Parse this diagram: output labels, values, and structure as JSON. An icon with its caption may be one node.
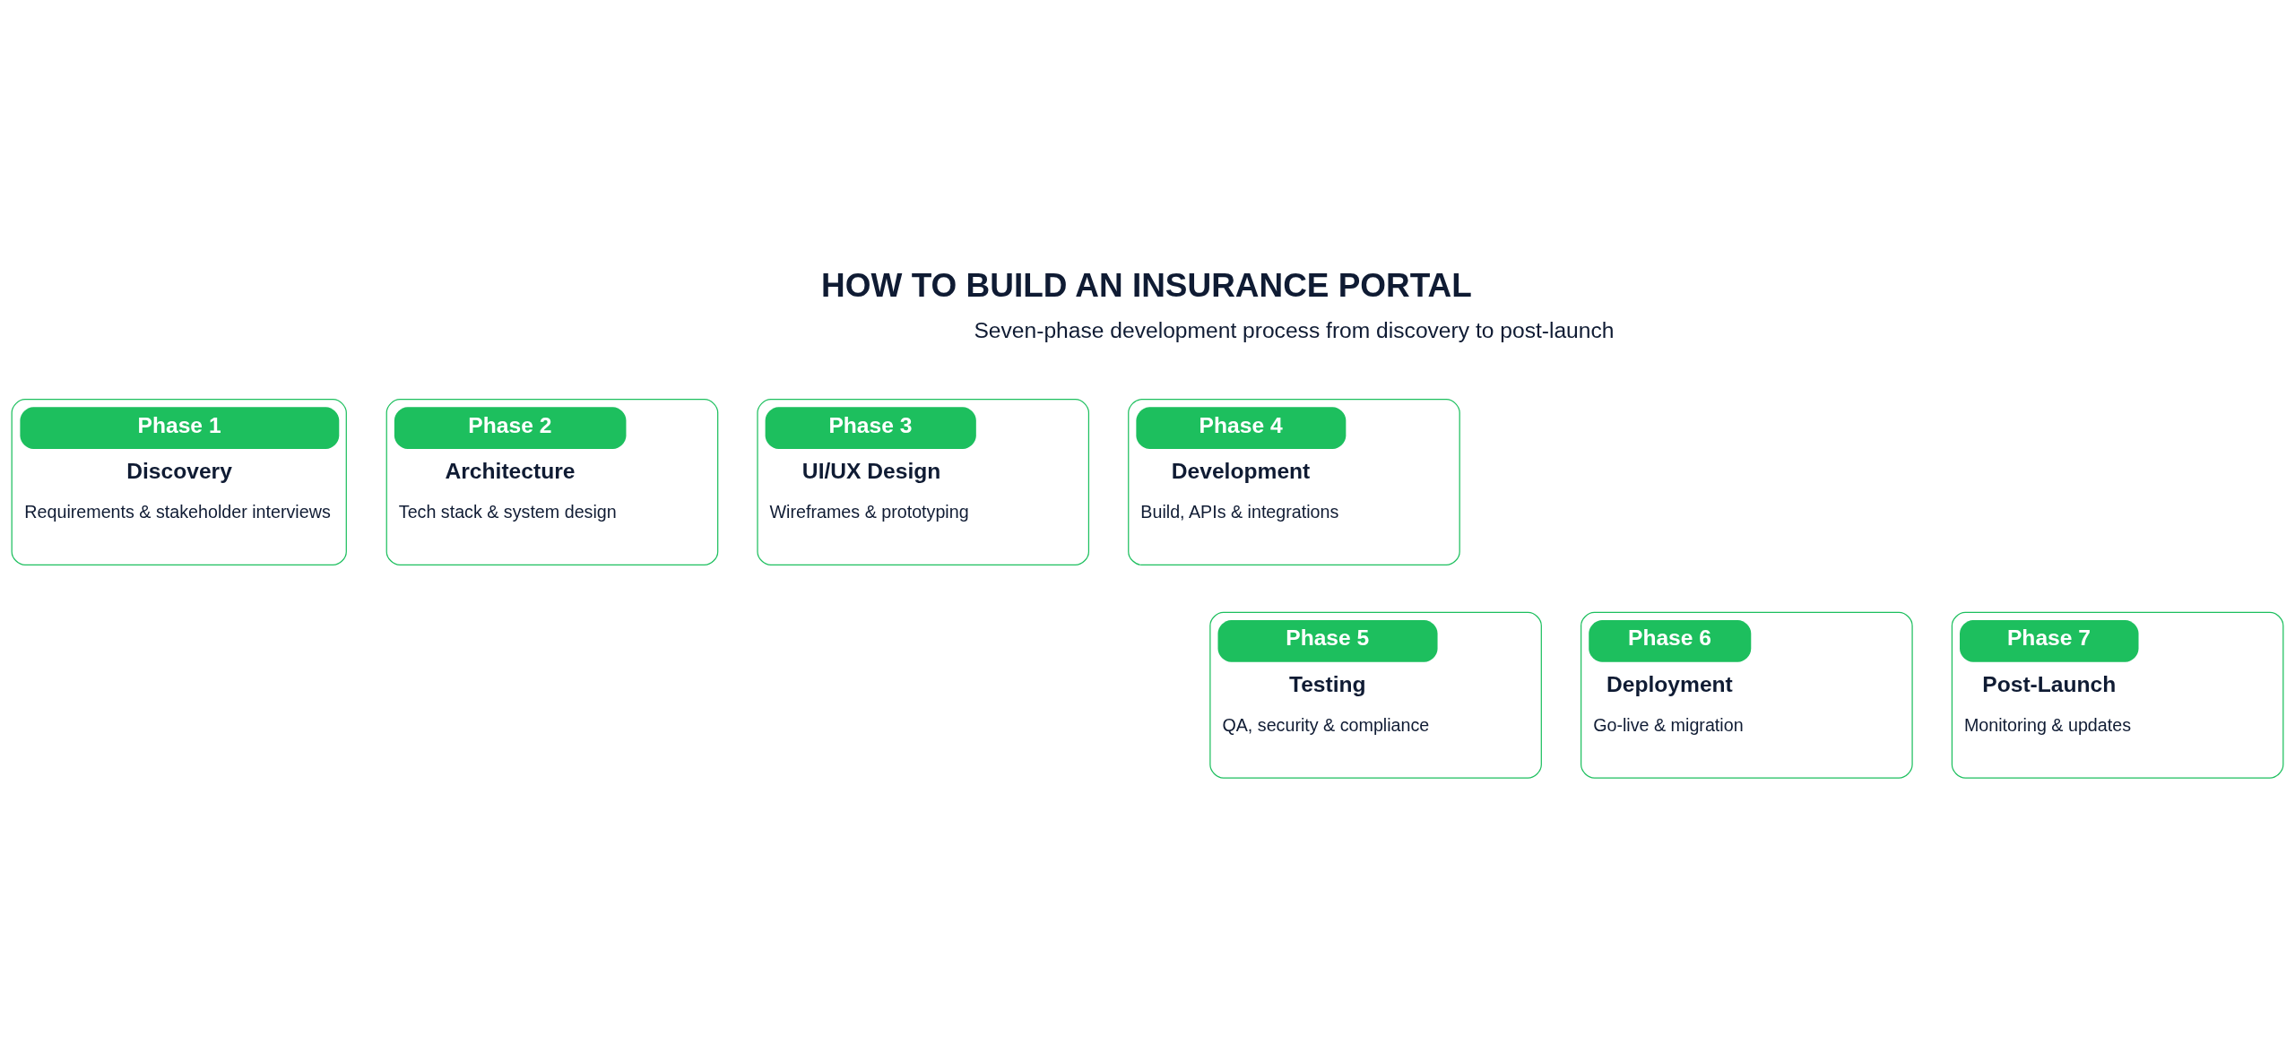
{
  "diagram": {
    "title": "HOW TO BUILD AN INSURANCE PORTAL",
    "nodes": [
      {
        "text": [
          "Phase 1",
          "Discovery",
          "Requirements & stakeholder interviews"
        ]
      },
      {
        "text": [
          "Phase 2",
          "Architecture",
          "Tech stack & system design"
        ]
      },
      {
        "text": [
          "Phase 3",
          "UI/UX Design",
          "Wireframes & prototyping"
        ]
      },
      {
        "text": [
          "Phase 4",
          "Development",
          "Build, APIs & integrations"
        ]
      },
      {
        "text": [
          "Phase 5",
          "Testing",
          "QA, security & compliance"
        ]
      },
      {
        "text": [
          "Phase 6",
          "Deployment",
          "Go-live & migration"
        ]
      },
      {
        "text": [
          "Phase 7",
          "Post-Launch",
          "Monitoring & updates"
        ]
      }
    ],
    "edges": [],
    "labels": [
      "Seven-phase development process from discovery to post-launch"
    ]
  }
}
